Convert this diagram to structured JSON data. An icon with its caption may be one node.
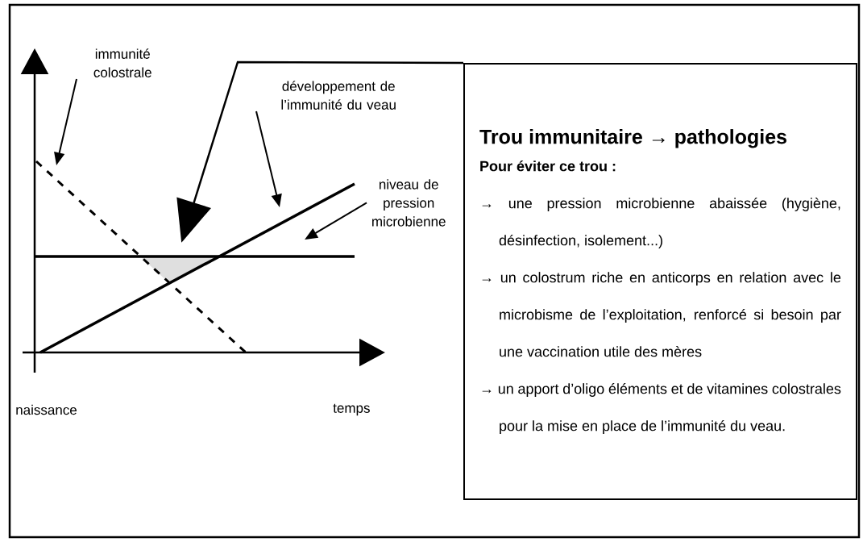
{
  "diagram": {
    "nodes": [
      {
        "text": [
          "Trou immunitaire → pathologies",
          "Pour éviter ce trou :",
          "→ une pression microbienne abaissée (hygiène, désinfection, isolement...)",
          "→ un colostrum riche en anticorps en relation avec le microbisme de l’exploitation, renforcé si besoin par une vaccination utile des mères",
          "→ un apport d’oligo éléments et de vitamines colostrales pour la mise en place de l’immunité du veau."
        ]
      },
      {
        "text": [],
        "shape": "triangle"
      },
      {
        "text": [
          "immunité colostrale"
        ]
      },
      {
        "text": [
          "développement de l’immunité du veau"
        ]
      },
      {
        "text": [
          "niveau de pression microbienne"
        ]
      }
    ],
    "edges": [
      {
        "from": 0,
        "to": 1,
        "arrow": "to"
      },
      {
        "from": 2,
        "to": null,
        "arrow": "to"
      },
      {
        "from": 3,
        "to": null,
        "arrow": "to"
      },
      {
        "from": 4,
        "to": null,
        "arrow": "to"
      }
    ],
    "labels": [
      "naissance",
      "temps"
    ]
  }
}
